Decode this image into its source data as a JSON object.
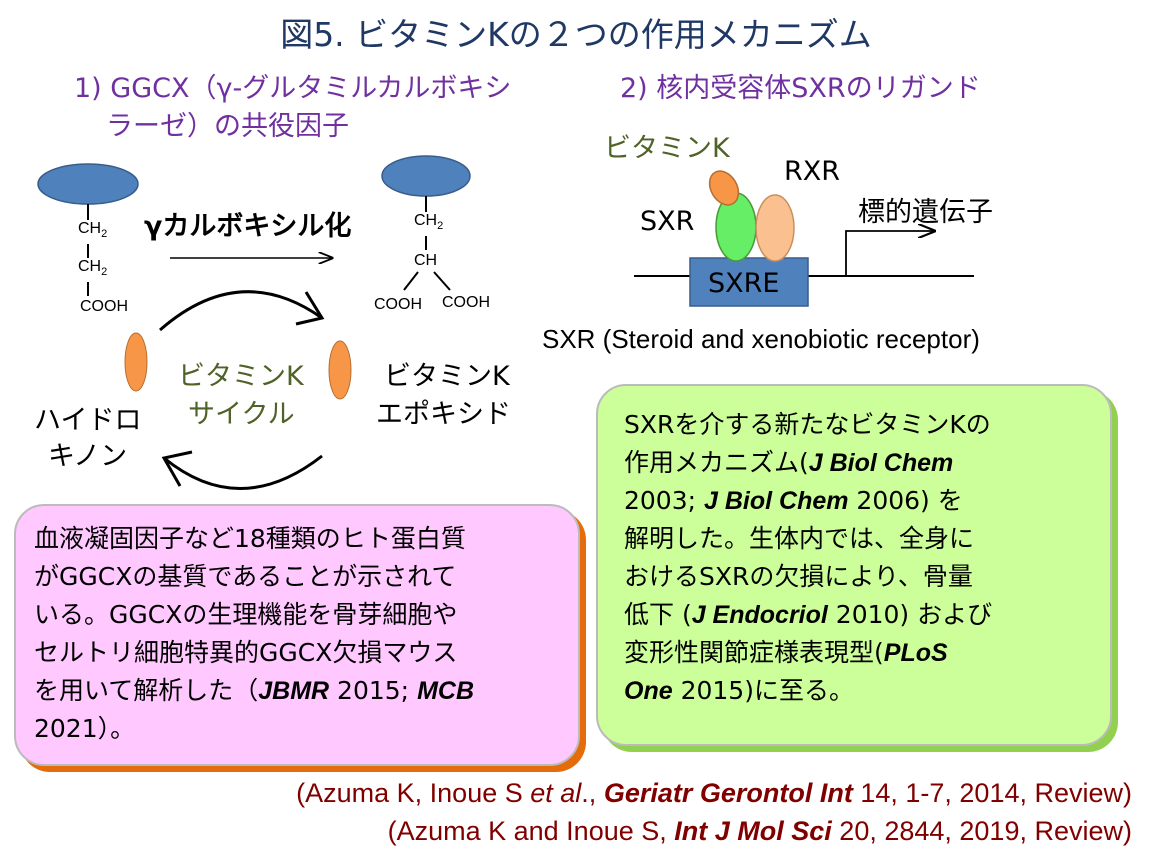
{
  "title": "図5. ビタミンKの２つの作用メカニズム",
  "section1": {
    "line1": "1) GGCX（γ-グルタミルカルボキシ",
    "line2": "ラーゼ）の共役因子"
  },
  "section2": {
    "heading": "2) 核内受容体SXRのリガンド"
  },
  "carboxylation": {
    "reaction_label": "γカルボキシル化",
    "left": {
      "ch2_a": "CH",
      "ch2_a_sub": "2",
      "ch2_b": "CH",
      "ch2_b_sub": "2",
      "cooh": "COOH"
    },
    "right": {
      "ch2": "CH",
      "ch2_sub": "2",
      "ch": "CH",
      "cooh_left": "COOH",
      "cooh_right": "COOH"
    }
  },
  "cycle": {
    "center_line1": "ビタミンK",
    "center_line2": "サイクル",
    "hydroquinone_line1": "ハイドロ",
    "hydroquinone_line2": "キノン",
    "epoxide_line1": "ビタミンK",
    "epoxide_line2": "エポキシド"
  },
  "sxr_diagram": {
    "vitamin_k_label": "ビタミンK",
    "rxr_label": "RXR",
    "sxr_label": "SXR",
    "target_gene_label": "標的遺伝子",
    "sxre_label": "SXRE",
    "caption": "SXR (Steroid and xenobiotic receptor)"
  },
  "pink_box": {
    "l1": "血液凝固因子など18種類のヒト蛋白質",
    "l2": "がGGCXの基質であることが示されて",
    "l3": "いる。GGCXの生理機能を骨芽細胞や",
    "l4": "セルトリ細胞特異的GGCX欠損マウス",
    "l5_pre": "を用いて解析した（",
    "l5_j1": "JBMR",
    "l5_y1": " 2015; ",
    "l5_j2": "MCB",
    "l6": "2021）。"
  },
  "green_box": {
    "l1": "SXRを介する新たなビタミンKの",
    "l2_pre": "作用メカニズム(",
    "l2_j": "J Biol Chem",
    "l3_pre": "2003; ",
    "l3_j": "J Biol Chem",
    "l3_post": " 2006) を",
    "l4": "解明した。生体内では、全身に",
    "l5": "おけるSXRの欠損により、骨量",
    "l6_pre": "低下 (",
    "l6_j": "J Endocriol",
    "l6_post": " 2010) および",
    "l7_pre": "変形性関節症様表現型(",
    "l7_j": "PLoS",
    "l8_j": "One",
    "l8_post": " 2015)に至る。"
  },
  "references": {
    "r1_pre": "(Azuma K, Inoue S ",
    "r1_etal": "et al",
    "r1_mid": "., ",
    "r1_journal": "Geriatr Gerontol Int",
    "r1_post": " 14, 1-7, 2014, Review)",
    "r2_pre": "(Azuma K and Inoue S, ",
    "r2_journal": "Int J Mol Sci",
    "r2_post": " 20, 2844, 2019, Review)"
  },
  "colors": {
    "title": "#1f3864",
    "heading": "#7030a0",
    "olive": "#4f6228",
    "ref": "#800000",
    "blue_ellipse": "#4f81bd",
    "orange": "#f79646",
    "green": "#92d050",
    "peach": "#fac090",
    "pink_box": "#ffc8ff",
    "green_box": "#ccff99"
  }
}
